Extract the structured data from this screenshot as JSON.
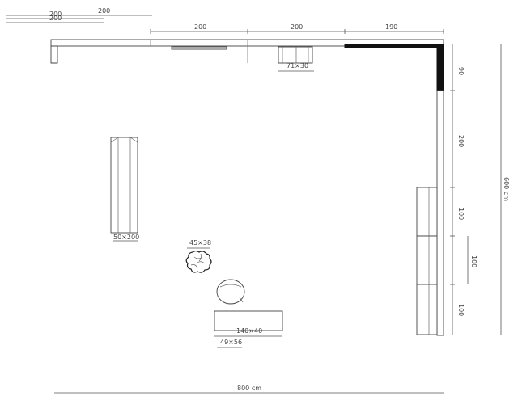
{
  "top_dims": {
    "small_200a": "200",
    "small_200b": "200",
    "small_200c": "200",
    "seg1": "200",
    "seg2": "200",
    "seg3": "190"
  },
  "right_dims": {
    "seg_90": "90",
    "seg_200": "200",
    "seg_100a": "100",
    "seg_100b": "100",
    "seg_100c": "100",
    "total": "600 cm"
  },
  "bottom_dim": {
    "total": "800 cm"
  },
  "objects": {
    "window_unit_label": "71×30",
    "shelf_label": "50×200",
    "plant_label": "45×38",
    "bench_label": "140×40",
    "stool_label": "49×56"
  }
}
